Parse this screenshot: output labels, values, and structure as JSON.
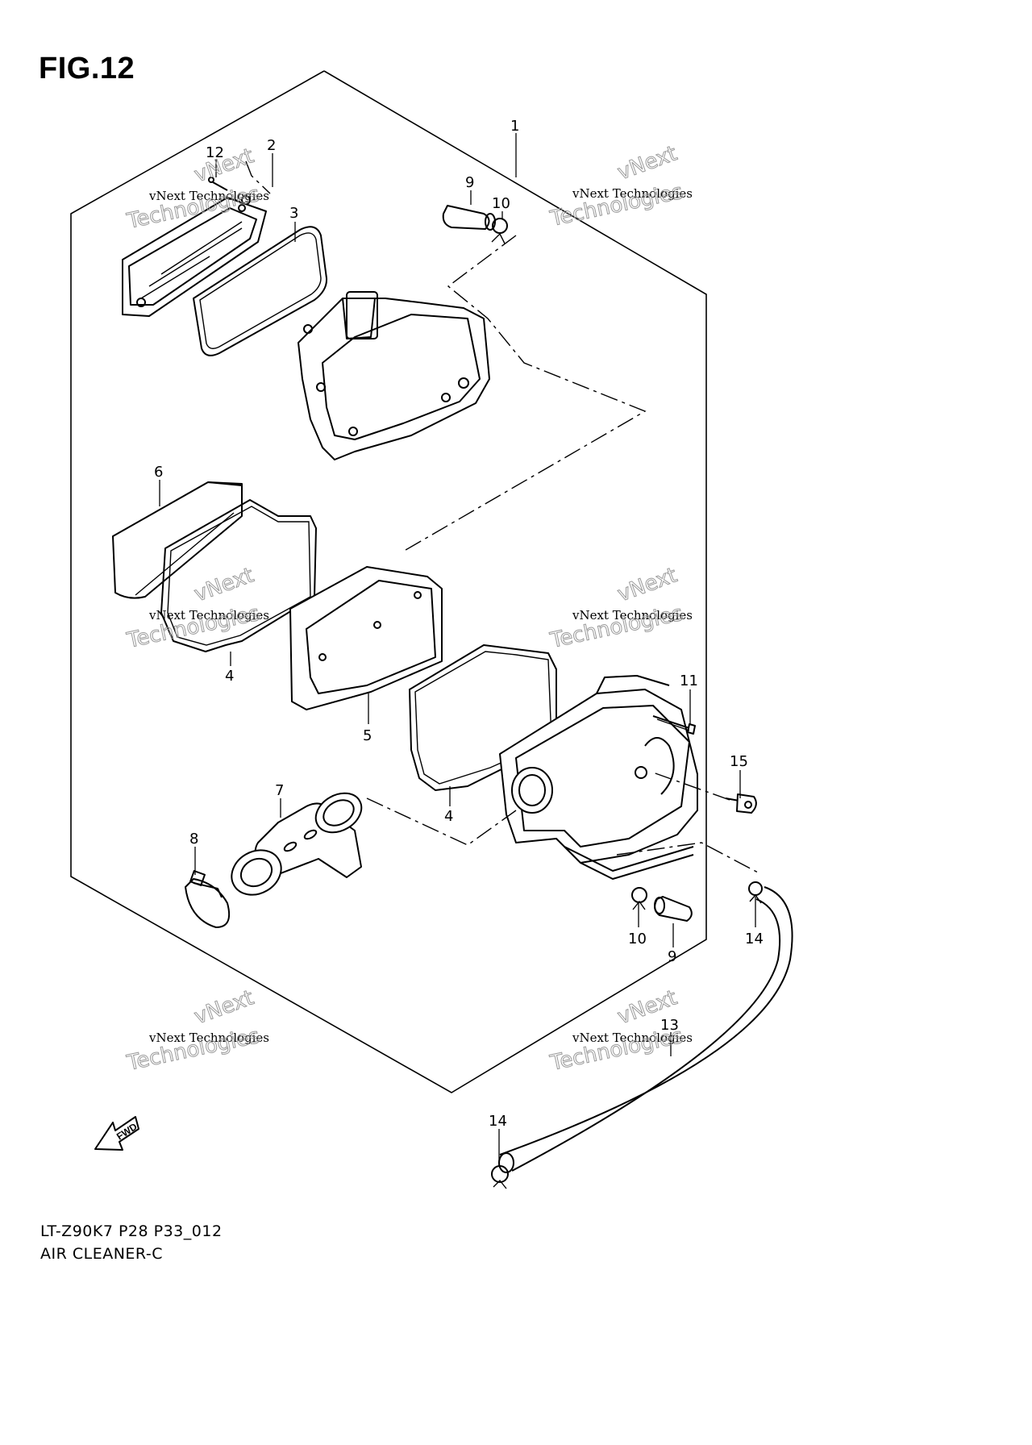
{
  "figure": {
    "title": "FIG.12"
  },
  "footer": {
    "code": "LT-Z90K7 P28 P33_012",
    "name": "AIR CLEANER-C"
  },
  "fwd_arrow": {
    "label": "FWD"
  },
  "watermark": {
    "line1": "vNext",
    "line2": "vNext Technologies",
    "line3": "Technologies"
  },
  "callouts": {
    "c1": "1",
    "c2": "2",
    "c3": "3",
    "c4a": "4",
    "c4b": "4",
    "c5": "5",
    "c6": "6",
    "c7": "7",
    "c8": "8",
    "c9a": "9",
    "c9b": "9",
    "c10a": "10",
    "c10b": "10",
    "c11": "11",
    "c12": "12",
    "c13": "13",
    "c14a": "14",
    "c14b": "14",
    "c15": "15"
  }
}
